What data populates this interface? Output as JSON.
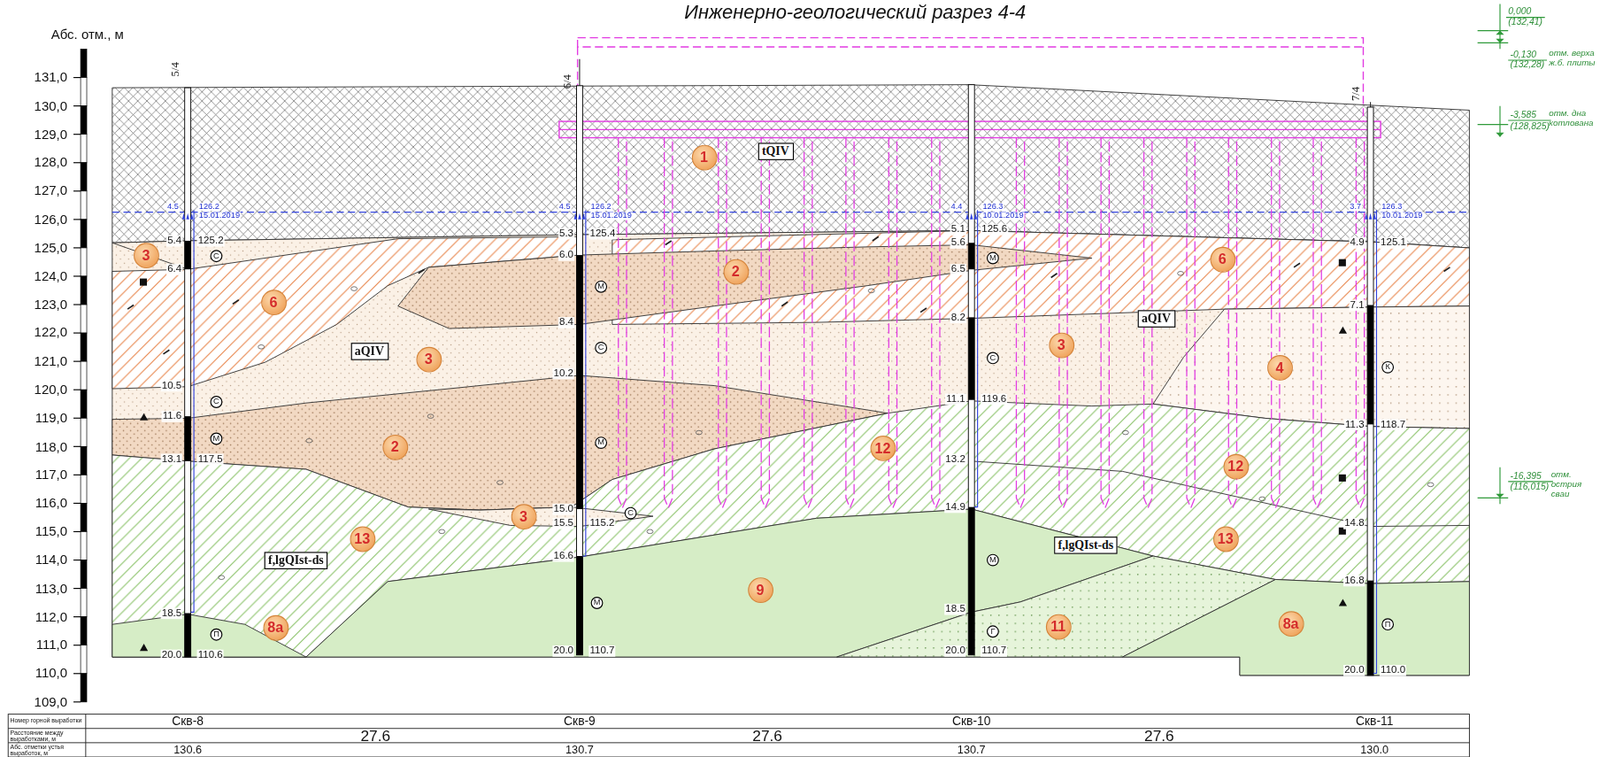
{
  "diagram": {
    "title": "Инженерно-геологический разрез 4-4",
    "nodes": [
      {
        "text": [
          "1"
        ]
      },
      {
        "text": [
          "tQIV"
        ]
      },
      {
        "text": [
          "3"
        ]
      },
      {
        "text": [
          "6"
        ]
      },
      {
        "text": [
          "3"
        ]
      },
      {
        "text": [
          "aQIV"
        ]
      },
      {
        "text": [
          "2"
        ]
      },
      {
        "text": [
          "3"
        ]
      },
      {
        "text": [
          "13"
        ]
      },
      {
        "text": [
          "f,lgQIst-ds"
        ]
      },
      {
        "text": [
          "8а"
        ]
      },
      {
        "text": [
          "2"
        ]
      },
      {
        "text": [
          "12"
        ]
      },
      {
        "text": [
          "9"
        ]
      },
      {
        "text": [
          "3"
        ]
      },
      {
        "text": [
          "aQIV"
        ]
      },
      {
        "text": [
          "6"
        ]
      },
      {
        "text": [
          "4"
        ]
      },
      {
        "text": [
          "12"
        ]
      },
      {
        "text": [
          "13"
        ]
      },
      {
        "text": [
          "f,lgQIst-ds"
        ]
      },
      {
        "text": [
          "11"
        ]
      },
      {
        "text": [
          "8а"
        ]
      },
      {
        "text": [
          "С"
        ]
      },
      {
        "text": [
          "С"
        ]
      },
      {
        "text": [
          "М"
        ]
      },
      {
        "text": [
          "П"
        ]
      },
      {
        "text": [
          "М"
        ]
      },
      {
        "text": [
          "С"
        ]
      },
      {
        "text": [
          "М"
        ]
      },
      {
        "text": [
          "С"
        ]
      },
      {
        "text": [
          "М"
        ]
      },
      {
        "text": [
          "М"
        ]
      },
      {
        "text": [
          "С"
        ]
      },
      {
        "text": [
          "М"
        ]
      },
      {
        "text": [
          "Г"
        ]
      },
      {
        "text": [
          "К"
        ]
      },
      {
        "text": [
          "П"
        ]
      }
    ],
    "labels": [
      "Абс. отм., м",
      "131,0",
      "130,0",
      "129,0",
      "128,0",
      "127,0",
      "126,0",
      "125,0",
      "124,0",
      "123,0",
      "122,0",
      "121,0",
      "120,0",
      "119,0",
      "118,0",
      "117,0",
      "116,0",
      "115,0",
      "114,0",
      "113,0",
      "112,0",
      "111,0",
      "110,0",
      "109,0",
      "5/4",
      "6/4",
      "7/4",
      "4.5",
      "126.2",
      "15.01.2019",
      "4.5",
      "126.2",
      "15.01.2019",
      "4.4",
      "126.3",
      "10.01.2019",
      "3.7",
      "126.3",
      "10.01.2019",
      "5.4",
      "125.2",
      "6.4",
      "10.5",
      "11.6",
      "13.1",
      "117.5",
      "18.5",
      "20.0",
      "110.6",
      "5.3",
      "125.4",
      "6.0",
      "8.4",
      "10.2",
      "15.0",
      "15.5",
      "115.2",
      "16.6",
      "20.0",
      "110.7",
      "5.1",
      "125.6",
      "5.6",
      "6.5",
      "8.2",
      "11.1",
      "119.6",
      "13.2",
      "14.9",
      "18.5",
      "20.0",
      "110.7",
      "4.9",
      "125.1",
      "7.1",
      "11.3",
      "118.7",
      "14.8",
      "16.8",
      "20.0",
      "110.0",
      "0,000",
      "(132,41)",
      "-0,130",
      "(132,28)",
      "отм. верха ж.б. плиты",
      "-3,585",
      "(128,825)",
      "отм. дна котлована",
      "-16,395",
      "(116,015)",
      "отм. острия сваи",
      "Номер горной выработки",
      "Расстояние между выработками, м",
      "Абс. отметки устья выработок, м",
      "Скв-8",
      "Скв-9",
      "Скв-10",
      "Скв-11",
      "27.6",
      "27.6",
      "27.6",
      "130.6",
      "130.7",
      "130.7",
      "130.0"
    ]
  }
}
